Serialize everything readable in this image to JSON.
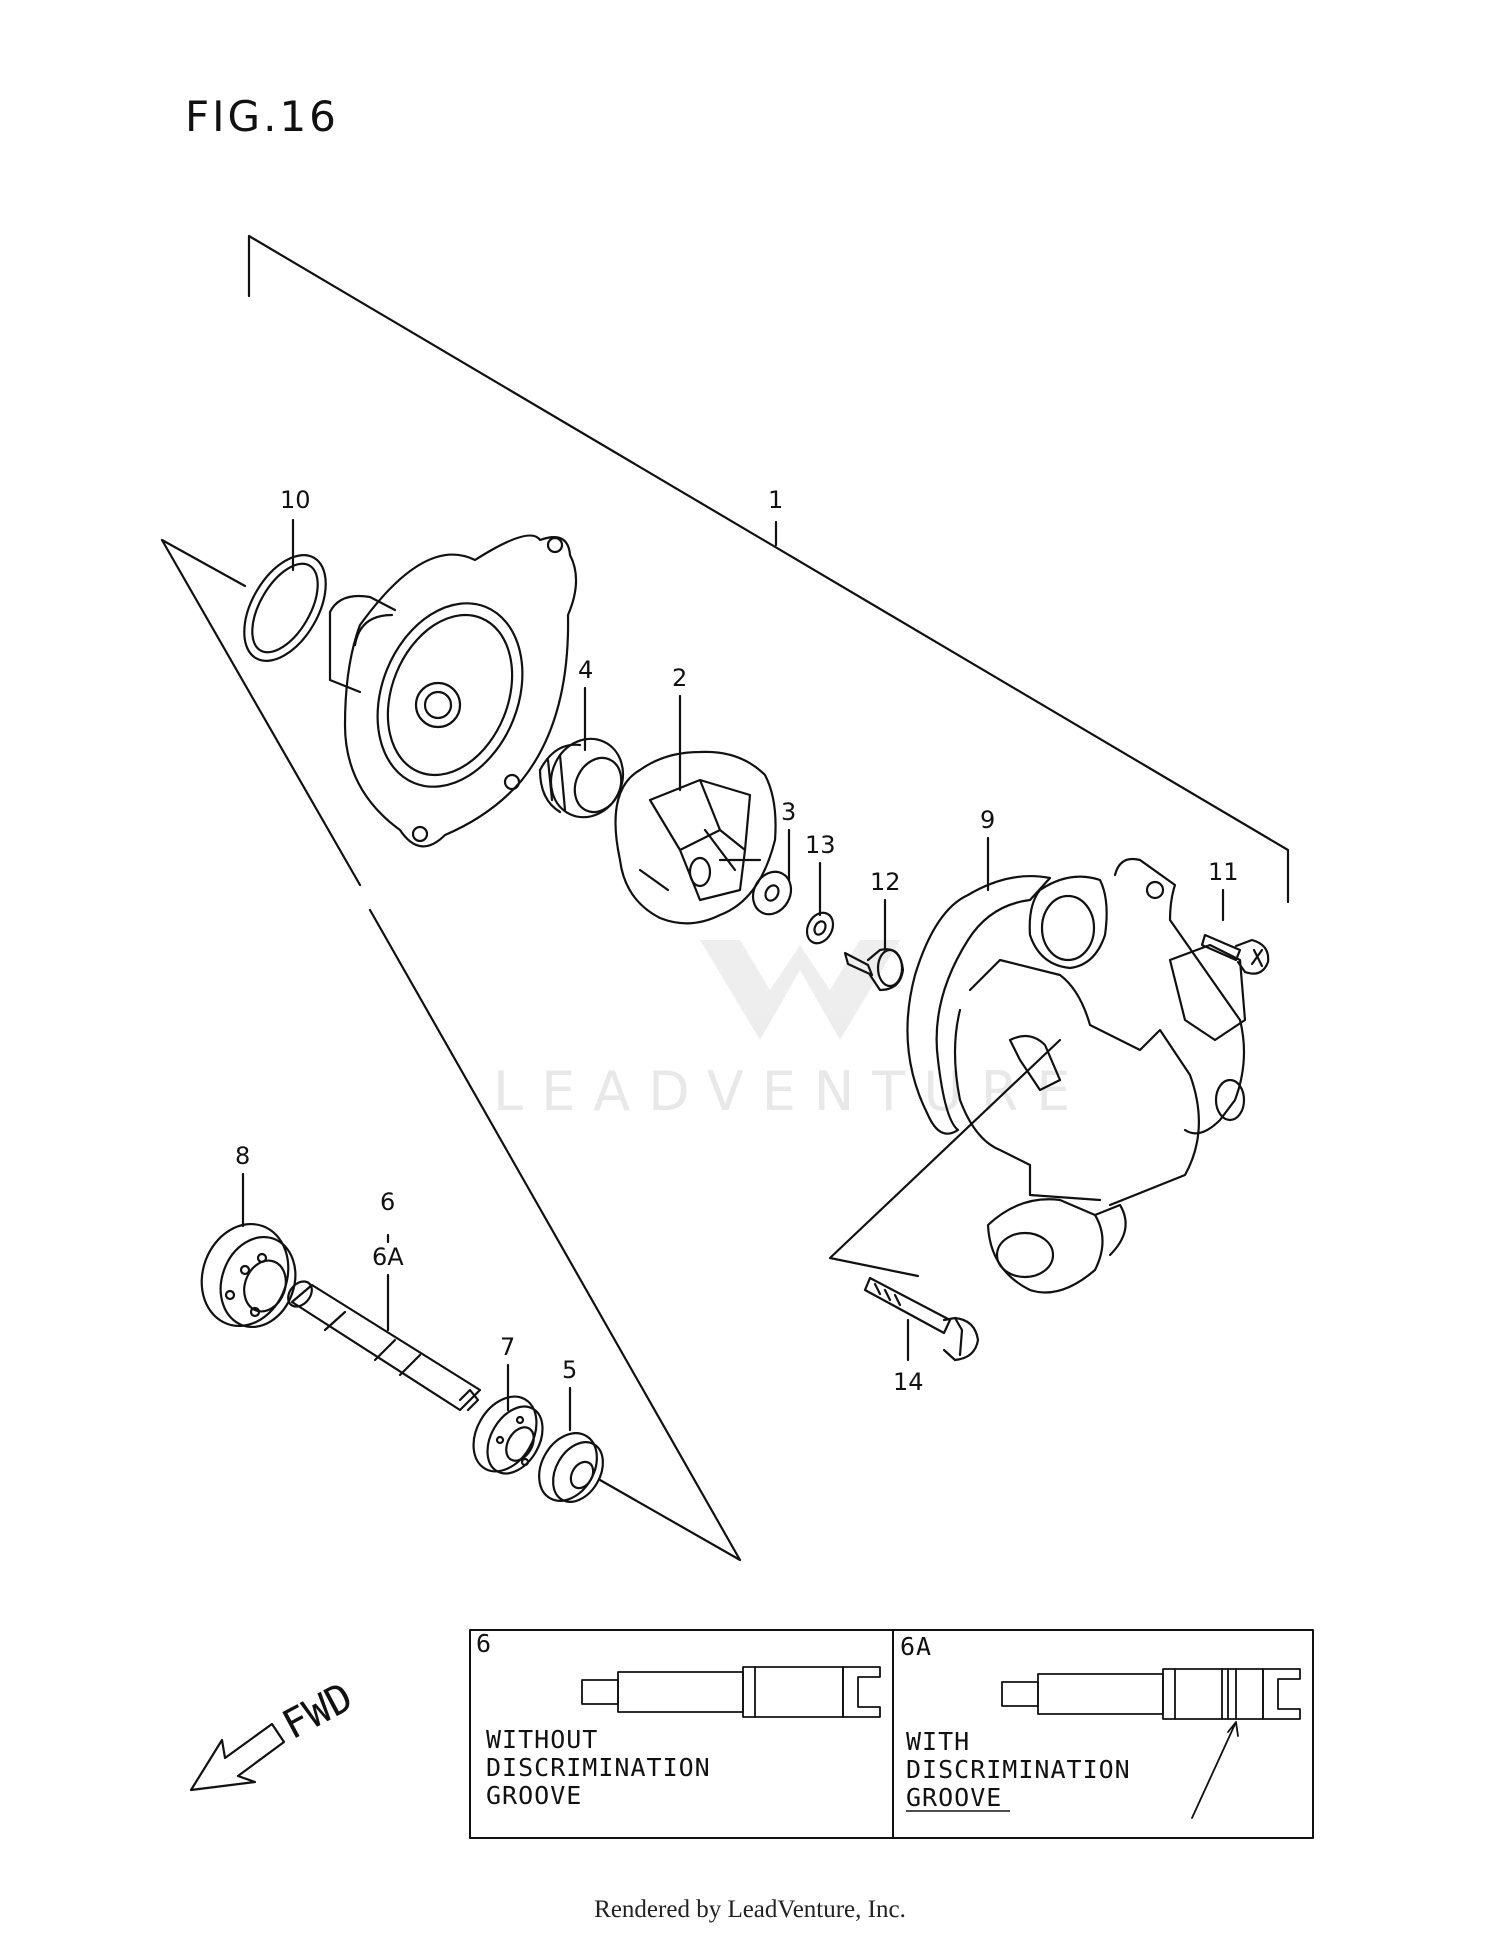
{
  "figure": {
    "title": "FIG.16"
  },
  "callouts": {
    "c1": "1",
    "c2": "2",
    "c3": "3",
    "c4": "4",
    "c5": "5",
    "c6": "6",
    "c6a": "6A",
    "c7": "7",
    "c8": "8",
    "c9": "9",
    "c10": "10",
    "c11": "11",
    "c12": "12",
    "c13": "13",
    "c14": "14"
  },
  "direction": {
    "label": "FWD"
  },
  "variants": [
    {
      "code": "6",
      "line1": "WITHOUT",
      "line2": "DISCRIMINATION",
      "line3": "GROOVE"
    },
    {
      "code": "6A",
      "line1": "WITH",
      "line2": "DISCRIMINATION",
      "line3": "GROOVE"
    }
  ],
  "watermark": {
    "text": "LEADVENTURE"
  },
  "footer": {
    "text": "Rendered by LeadVenture, Inc."
  }
}
